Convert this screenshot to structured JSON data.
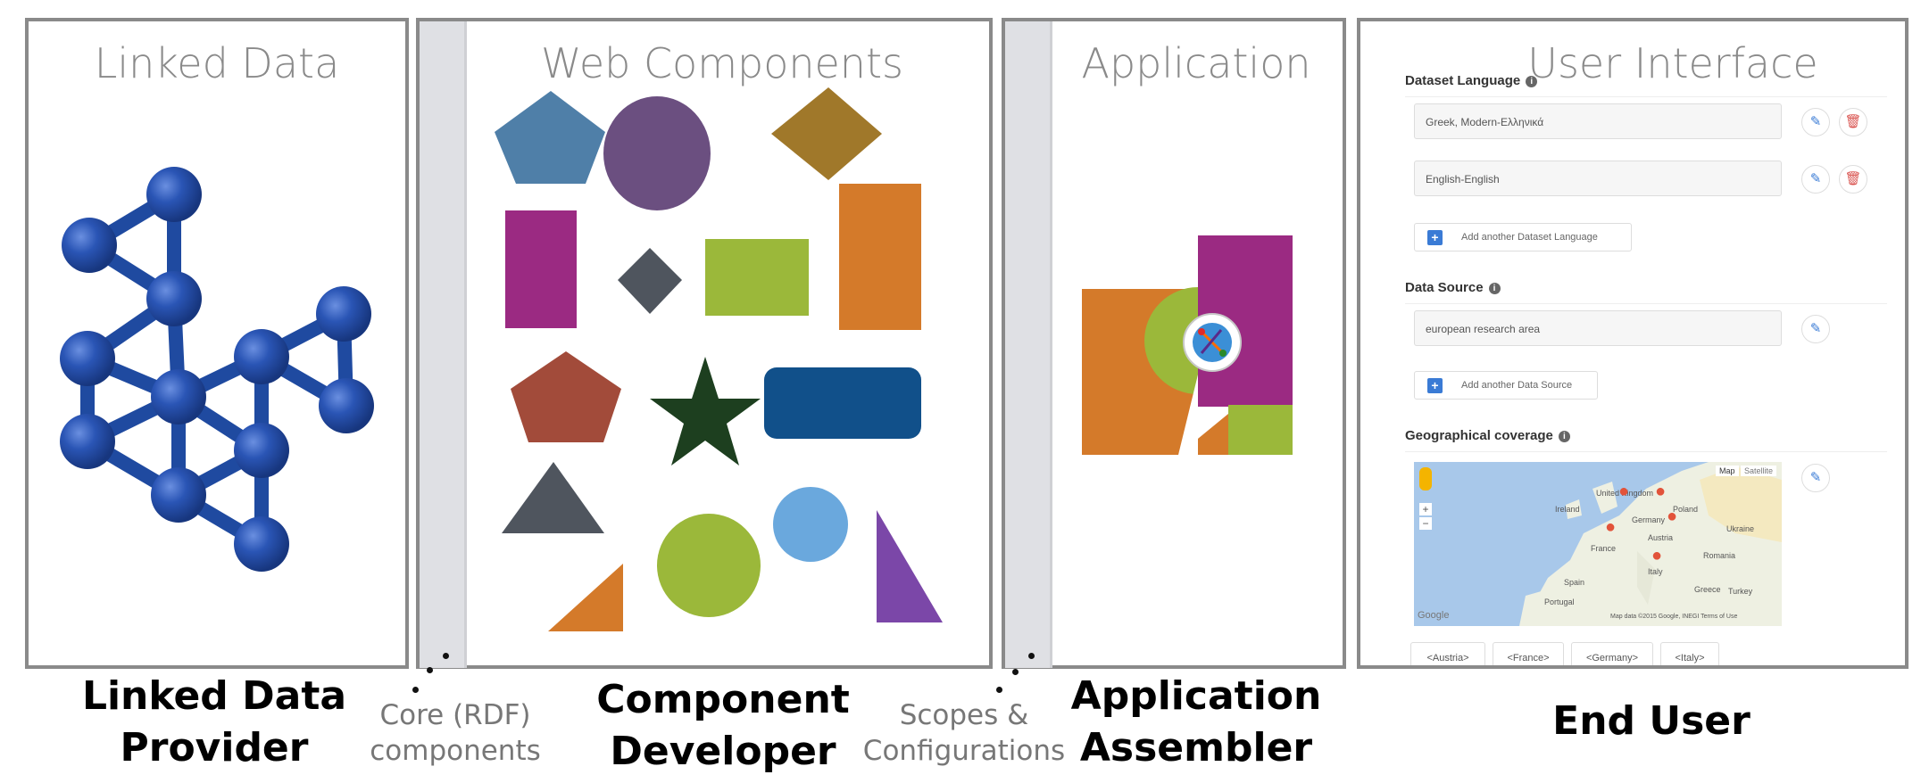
{
  "panels": {
    "linked_data": {
      "title": "Linked Data"
    },
    "web_components": {
      "title": "Web Components"
    },
    "application": {
      "title": "Application"
    },
    "user_interface": {
      "title": "User Interface"
    }
  },
  "roles": {
    "provider_line1": "Linked Data",
    "provider_line2": "Provider",
    "developer_line1": "Component",
    "developer_line2": "Developer",
    "assembler_line1": "Application",
    "assembler_line2": "Assembler",
    "end_user": "End User"
  },
  "connectors": {
    "core_line1": "Core (RDF)",
    "core_line2": "components",
    "scopes_line1": "Scopes &",
    "scopes_line2": "Configurations"
  },
  "colors": {
    "graph_blue": "#1f4aa0",
    "steel_blue": "#4f7fa8",
    "purple_circle": "#6b4f80",
    "ochre": "#a0782a",
    "magenta": "#9b2a82",
    "dark_grey": "#4f555e",
    "lime": "#9bb83a",
    "orange": "#d47a2a",
    "rust": "#a24b3a",
    "dark_green": "#1d3f1f",
    "navy": "#11508a",
    "sky": "#6aa8dd",
    "violet": "#7b47a8"
  },
  "ui": {
    "dataset_language_label": "Dataset Language",
    "lang_value_1": "Greek, Modern-Ελληνικά",
    "lang_value_2": "English-English",
    "add_language": "Add another Dataset Language",
    "data_source_label": "Data Source",
    "data_source_value": "european research area",
    "add_source": "Add another Data Source",
    "geo_label": "Geographical coverage",
    "map_btn_map": "Map",
    "map_btn_satellite": "Satellite",
    "map_credit": "Map data ©2015 Google, INEGI  Terms of Use",
    "map_google": "Google",
    "countries": [
      "<Austria>",
      "<France>",
      "<Germany>",
      "<Italy>"
    ],
    "map_places": [
      "Ireland",
      "United Kingdom",
      "Poland",
      "Germany",
      "Ukraine",
      "France",
      "Austria",
      "Romania",
      "Spain",
      "Italy",
      "Portugal",
      "Greece",
      "Turkey"
    ]
  }
}
